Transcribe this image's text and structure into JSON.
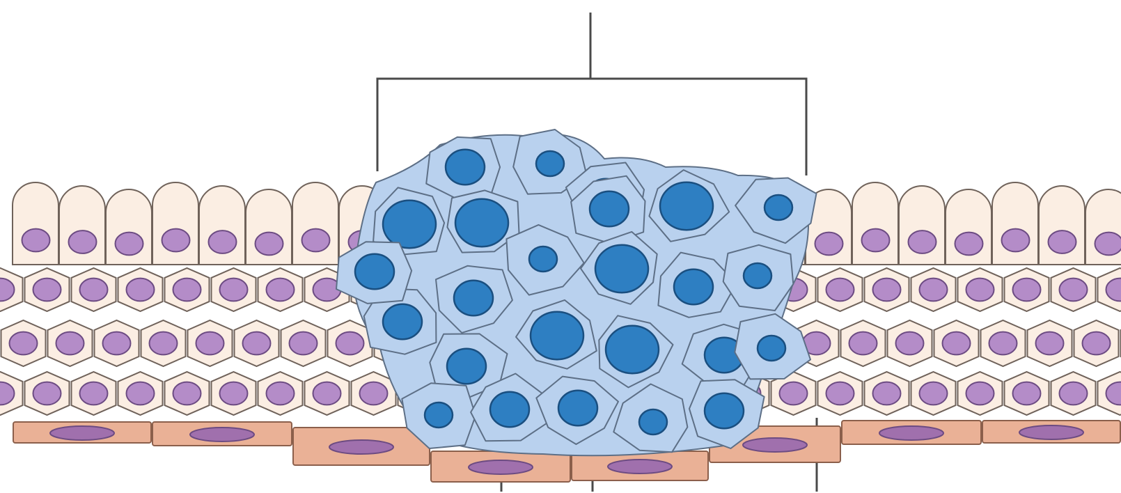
{
  "diagram": {
    "type": "epithelial-tissue-cross-section",
    "labels": [],
    "colors": {
      "background": "#ffffff",
      "outline": "#4a4a4a",
      "normal_cell_fill": "#fbeee3",
      "normal_cell_stroke": "#6f625a",
      "normal_nucleus_fill": "#b48cc8",
      "normal_nucleus_stroke": "#6c4b82",
      "tumor_cell_fill": "#b9d1ee",
      "tumor_cell_stroke": "#5d6f86",
      "tumor_nucleus_fill": "#2e7fc2",
      "tumor_nucleus_stroke": "#1a4f80",
      "basement_fill": "#eab196",
      "basement_stroke": "#8b5f4b",
      "basement_nucleus_fill": "#a070ad"
    },
    "tumor_nuclei_sizes": [
      "medium",
      "small",
      "medium",
      "large",
      "small",
      "large",
      "large",
      "medium",
      "small",
      "large",
      "medium",
      "small",
      "medium",
      "medium",
      "large",
      "large",
      "medium",
      "medium",
      "small",
      "medium",
      "medium",
      "small",
      "medium",
      "medium",
      "small"
    ]
  }
}
